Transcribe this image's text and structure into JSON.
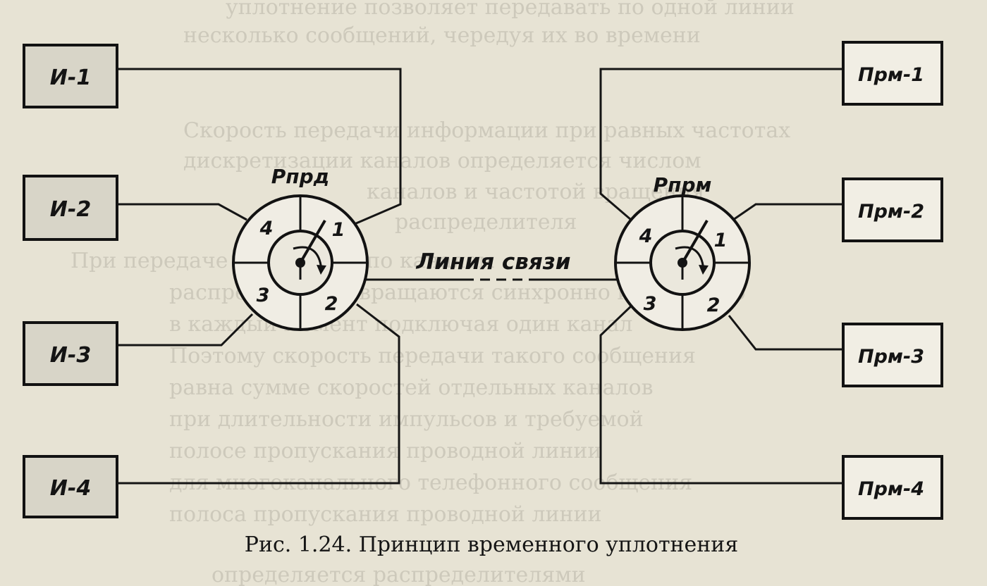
{
  "sources": [
    {
      "id": "src-1",
      "label": "И-1"
    },
    {
      "id": "src-2",
      "label": "И-2"
    },
    {
      "id": "src-3",
      "label": "И-3"
    },
    {
      "id": "src-4",
      "label": "И-4"
    }
  ],
  "receivers": [
    {
      "id": "rcv-1",
      "label": "Прм-1"
    },
    {
      "id": "rcv-2",
      "label": "Прм-2"
    },
    {
      "id": "rcv-3",
      "label": "Прм-3"
    },
    {
      "id": "rcv-4",
      "label": "Прм-4"
    }
  ],
  "distributors": {
    "transmit": {
      "label": "Рпрд",
      "sectors": [
        "1",
        "2",
        "3",
        "4"
      ]
    },
    "receive": {
      "label": "Рпрм",
      "sectors": [
        "1",
        "2",
        "3",
        "4"
      ]
    }
  },
  "link_label": "Линия связи",
  "caption": "Рис. 1.24. Принцип временного уплотнения"
}
